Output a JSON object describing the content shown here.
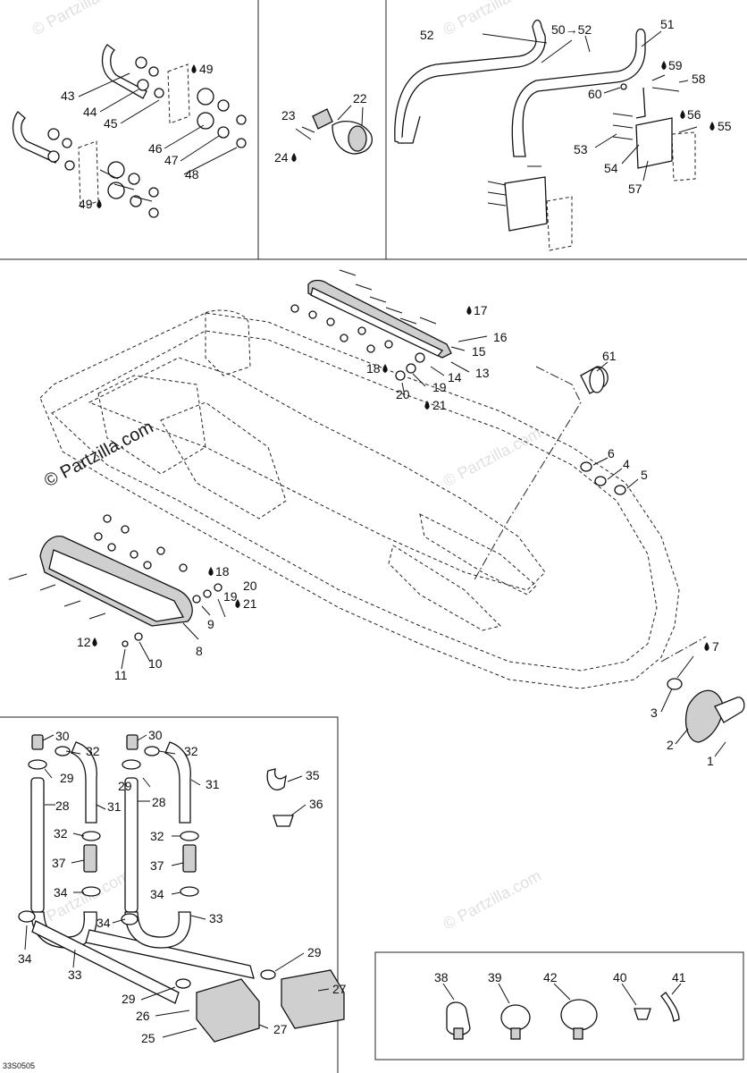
{
  "page": {
    "code": "33S0505"
  },
  "watermarks": [
    "© Partzilla.com",
    "© Partzilla.com",
    "© Partzilla.com",
    "© Partzilla.com",
    "© Partzilla.com",
    "© Partzilla.com"
  ],
  "callouts": {
    "c1": "1",
    "c2": "2",
    "c3": "3",
    "c4": "4",
    "c5": "5",
    "c6": "6",
    "c7": "7",
    "c8": "8",
    "c9": "9",
    "c10": "10",
    "c11": "11",
    "c12": "12",
    "c13": "13",
    "c14": "14",
    "c15": "15",
    "c16": "16",
    "c17": "17",
    "c18a": "18",
    "c18b": "18",
    "c19a": "19",
    "c19b": "19",
    "c20a": "20",
    "c20b": "20",
    "c21a": "21",
    "c21b": "21",
    "c22": "22",
    "c23": "23",
    "c24": "24",
    "c25": "25",
    "c26": "26",
    "c27a": "27",
    "c27b": "27",
    "c28a": "28",
    "c28b": "28",
    "c29a": "29",
    "c29b": "29",
    "c29c": "29",
    "c29d": "29",
    "c30a": "30",
    "c30b": "30",
    "c31a": "31",
    "c31b": "31",
    "c32a": "32",
    "c32b": "32",
    "c32c": "32",
    "c32d": "32",
    "c33a": "33",
    "c33b": "33",
    "c34a": "34",
    "c34b": "34",
    "c34c": "34",
    "c35": "35",
    "c36": "36",
    "c37a": "37",
    "c37b": "37",
    "c38": "38",
    "c39": "39",
    "c40": "40",
    "c41": "41",
    "c42": "42",
    "c43": "43",
    "c44": "44",
    "c45": "45",
    "c46": "46",
    "c47": "47",
    "c48": "48",
    "c49a": "49",
    "c49b": "49",
    "c50": "50→52",
    "c51": "51",
    "c52": "52",
    "c53": "53",
    "c54": "54",
    "c55": "55",
    "c56": "56",
    "c57": "57",
    "c58": "58",
    "c59": "59",
    "c60": "60",
    "c61": "61"
  }
}
